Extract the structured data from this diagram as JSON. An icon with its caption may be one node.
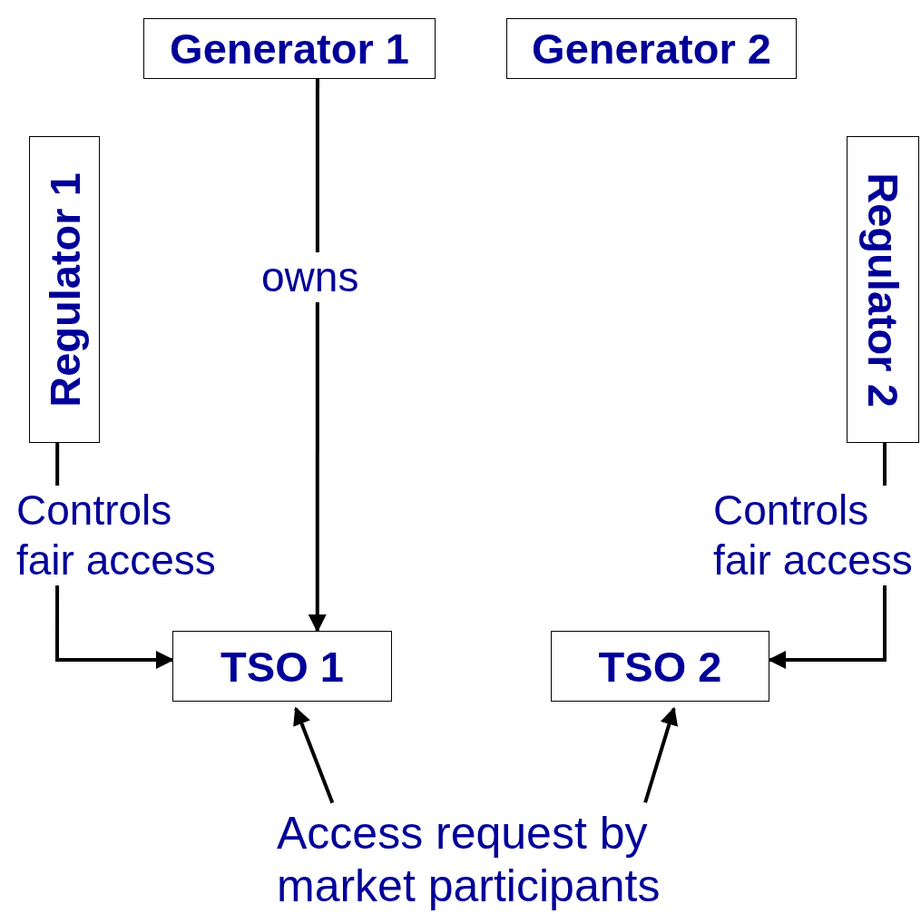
{
  "diagram": {
    "nodes": [
      {
        "text": [
          "Generator 1"
        ]
      },
      {
        "text": [
          "Generator 2"
        ]
      },
      {
        "text": [
          "Regulator 1"
        ]
      },
      {
        "text": [
          "Regulator 2"
        ]
      },
      {
        "text": [
          "TSO 1"
        ]
      },
      {
        "text": [
          "TSO 2"
        ]
      },
      {
        "text": [
          "Access request by market participants"
        ]
      }
    ],
    "edges": [
      {
        "from": 0,
        "to": 4,
        "arrow": "to",
        "label": "owns"
      },
      {
        "from": 2,
        "to": 4,
        "arrow": "to",
        "label": "Controls fair access"
      },
      {
        "from": 3,
        "to": 5,
        "arrow": "to",
        "label": "Controls fair access"
      },
      {
        "from": 6,
        "to": 4,
        "arrow": "to"
      },
      {
        "from": 6,
        "to": 5,
        "arrow": "to"
      }
    ]
  }
}
